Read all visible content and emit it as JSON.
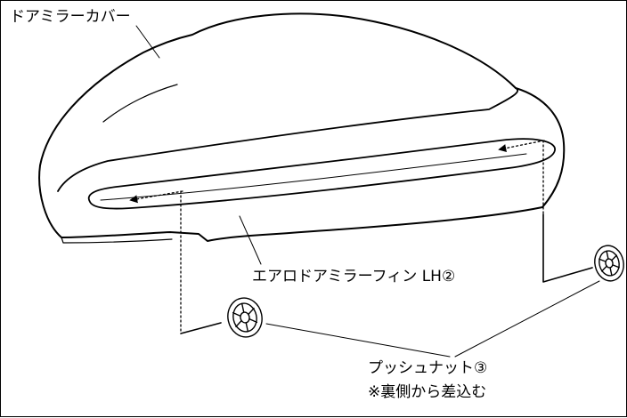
{
  "labels": {
    "mirror_cover": "ドアミラーカバー",
    "aero_fin": "エアロドアミラーフィン LH②",
    "push_nut": "プッシュナット③",
    "install_note": "※裏側から差込む"
  },
  "colors": {
    "line": "#000000",
    "background": "#ffffff"
  }
}
